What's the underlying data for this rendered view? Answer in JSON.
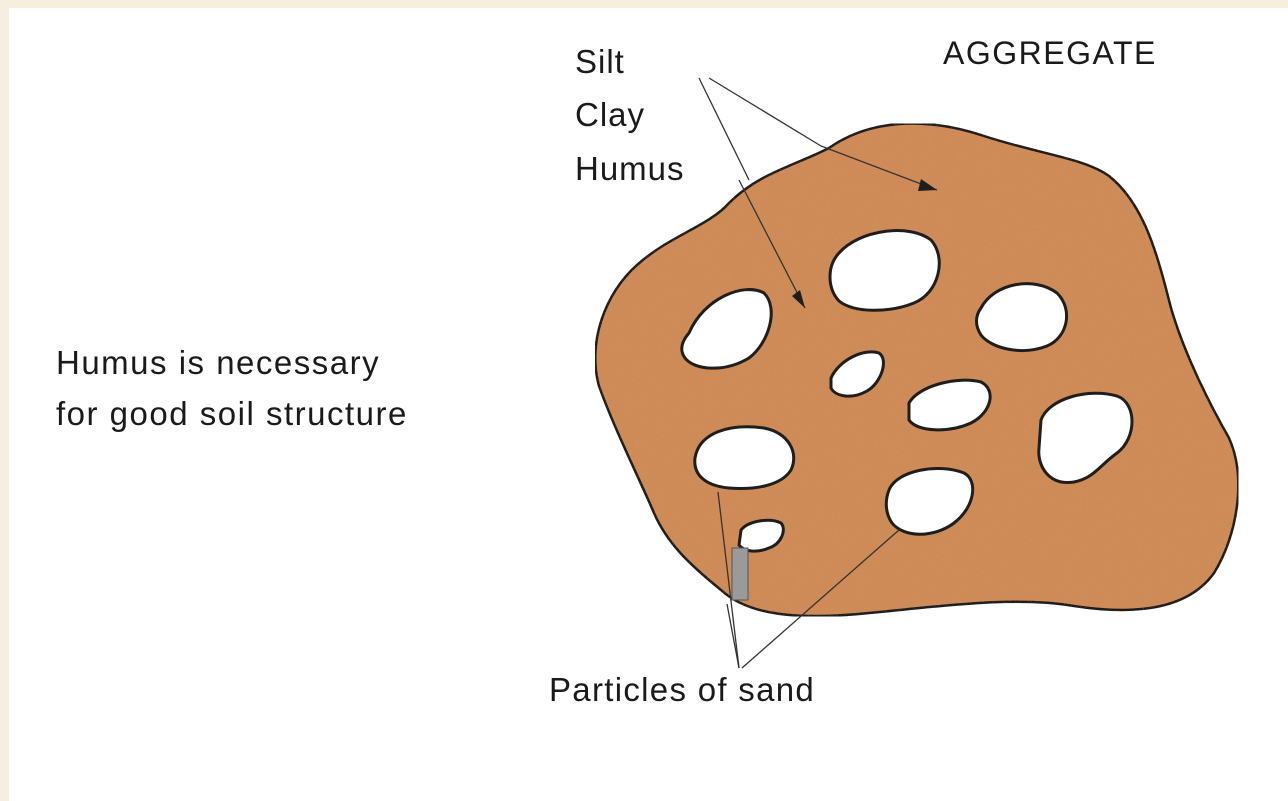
{
  "title": "AGGREGATE",
  "components": {
    "label_1": "Silt",
    "label_2": "Clay",
    "label_3": "Humus"
  },
  "note": {
    "line1": "Humus is necessary",
    "line2": "for good soil structure"
  },
  "sand_label": "Particles of sand",
  "colors": {
    "aggregate_fill": "#cf8c58",
    "outline": "#1e1e1e",
    "background": "#ffffff",
    "frame": "#f6efdf"
  }
}
